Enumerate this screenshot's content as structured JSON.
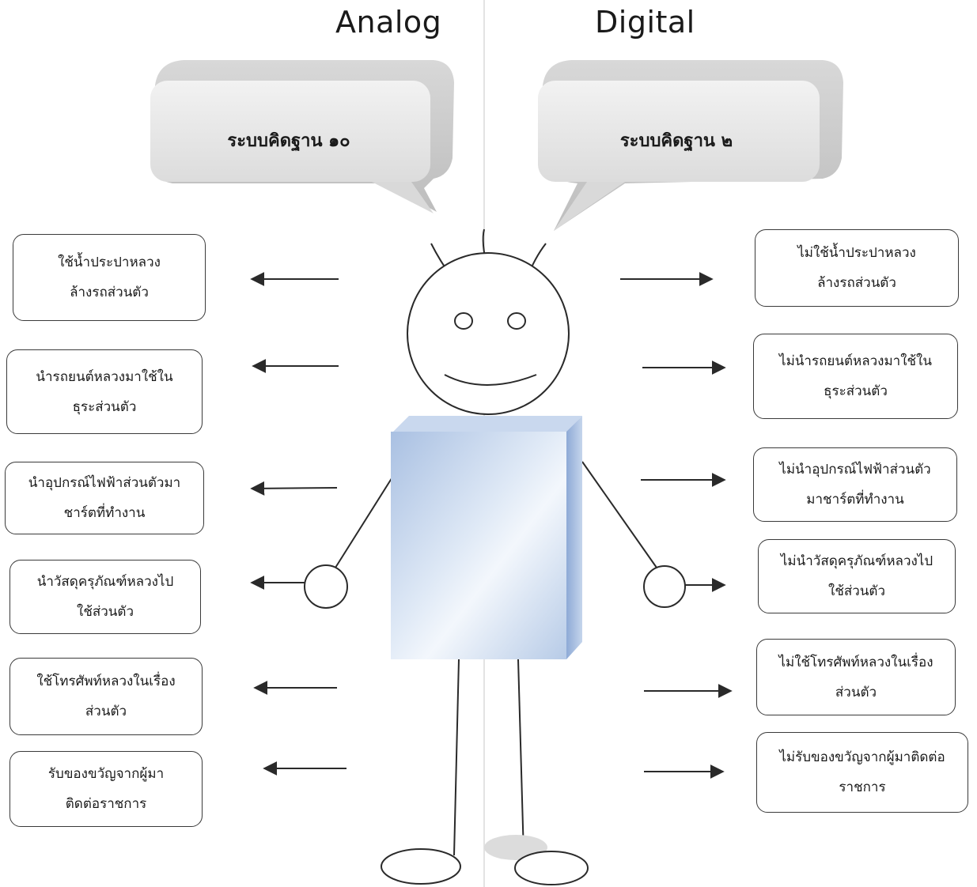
{
  "headings": {
    "analog": "Analog",
    "digital": "Digital"
  },
  "bubbles": {
    "left": "ระบบคิดฐาน ๑๐",
    "right": "ระบบคิดฐาน ๒"
  },
  "analog_items": [
    {
      "line1": "ใช้น้ำประปาหลวง",
      "line2": "ล้างรถส่วนตัว"
    },
    {
      "line1": "นำรถยนต์หลวงมาใช้ใน",
      "line2": "ธุระส่วนตัว"
    },
    {
      "line1": "นำอุปกรณ์ไฟฟ้าส่วนตัวมา",
      "line2": "ชาร์ตที่ทำงาน"
    },
    {
      "line1": "นำวัสดุครุภัณฑ์หลวงไป",
      "line2": "ใช้ส่วนตัว"
    },
    {
      "line1": "ใช้โทรศัพท์หลวงในเรื่อง",
      "line2": "ส่วนตัว"
    },
    {
      "line1": "รับของขวัญจากผู้มา",
      "line2": "ติดต่อราชการ"
    }
  ],
  "digital_items": [
    {
      "line1": "ไม่ใช้น้ำประปาหลวง",
      "line2": "ล้างรถส่วนตัว"
    },
    {
      "line1": "ไม่นำรถยนต์หลวงมาใช้ใน",
      "line2": "ธุระส่วนตัว"
    },
    {
      "line1": "ไม่นำอุปกรณ์ไฟฟ้าส่วนตัว",
      "line2": "มาชาร์ตที่ทำงาน"
    },
    {
      "line1": "ไม่นำวัสดุครุภัณฑ์หลวงไป",
      "line2": "ใช้ส่วนตัว"
    },
    {
      "line1": "ไม่ใช้โทรศัพท์หลวงในเรื่อง",
      "line2": "ส่วนตัว"
    },
    {
      "line1": "ไม่รับของขวัญจากผู้มาติดต่อ",
      "line2": "ราชการ"
    }
  ],
  "colors": {
    "bubble_fill": "#e4e4e4",
    "body_blue": "#b8cce6",
    "line": "#2a2a2a"
  }
}
